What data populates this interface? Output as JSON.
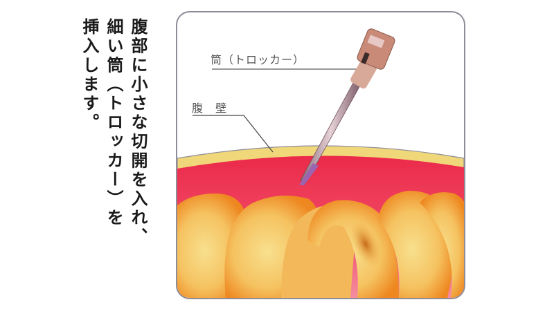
{
  "caption": {
    "columns": [
      "腹部に小さな切開を入れ、",
      "細い筒（トロッカー）を",
      "挿入します。"
    ]
  },
  "illustration": {
    "labels": {
      "trocar": "筒（トロッカー）",
      "abdominal_wall": "腹　壁"
    },
    "colors": {
      "frame_border": "#8e8c99",
      "fat_layer": "#f0d77a",
      "muscle_layer": "#ec2a4a",
      "peritoneum_glow": "#f48aa0",
      "intestine_light": "#f7dc8a",
      "intestine_dark": "#ef8a22",
      "trocar_shaft": "#b58a94",
      "trocar_tip": "#9a64b0",
      "trocar_head": "#c98a78"
    }
  }
}
